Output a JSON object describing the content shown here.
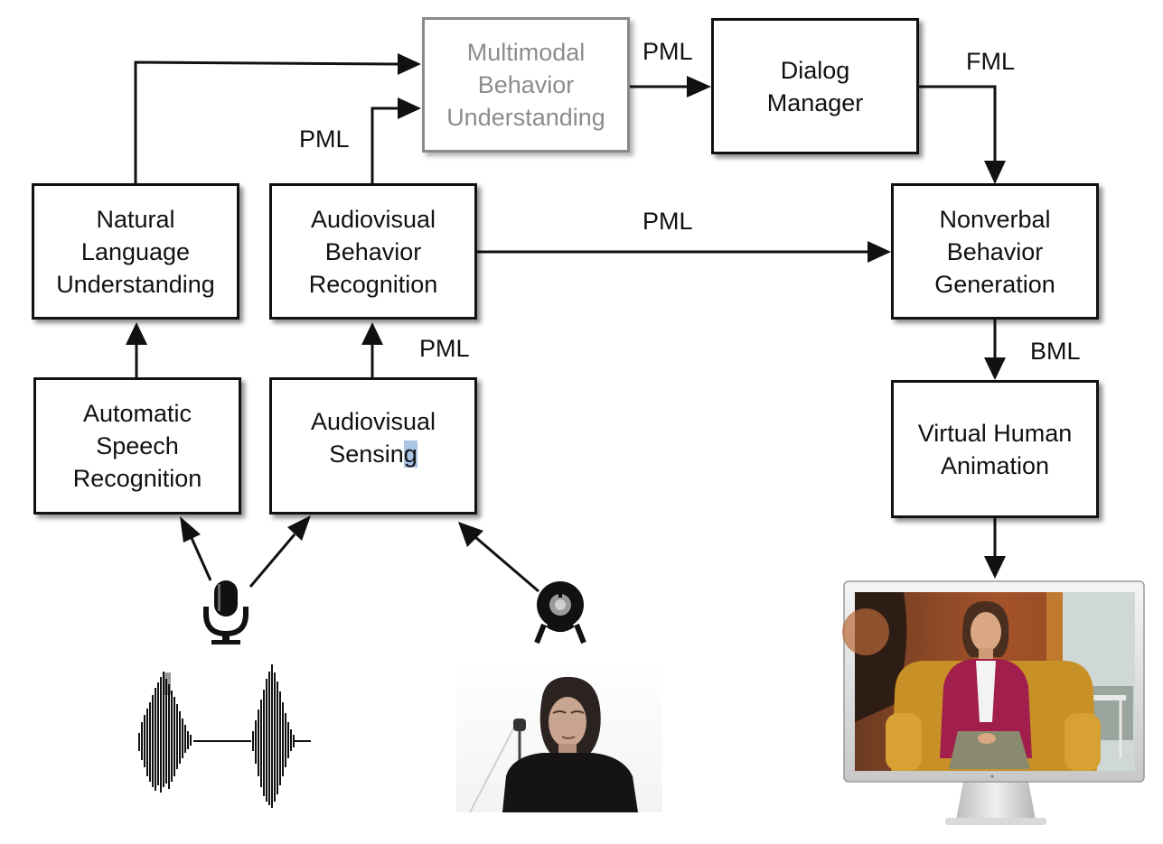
{
  "nodes": {
    "mbu": {
      "label": "Multimodal\nBehavior\nUnderstanding"
    },
    "dm": {
      "label": "Dialog\nManager"
    },
    "nlu": {
      "label": "Natural\nLanguage\nUnderstanding"
    },
    "avbr": {
      "label": "Audiovisual\nBehavior\nRecognition"
    },
    "nbg": {
      "label": "Nonverbal\nBehavior\nGeneration"
    },
    "asr": {
      "label": "Automatic\nSpeech\nRecognition"
    },
    "avs": {
      "label_main": "Audiovisual\nSensin",
      "label_highlight": "g"
    },
    "vha": {
      "label": "Virtual Human\nAnimation"
    }
  },
  "edge_labels": {
    "mbu_to_dm": "PML",
    "dm_to_nbg": "FML",
    "avbr_to_mbu": "PML",
    "avbr_to_nbg": "PML",
    "avs_to_avbr": "PML",
    "nbg_to_vha": "BML"
  },
  "icons": [
    "microphone-icon",
    "webcam-icon",
    "audio-waveform",
    "person-webcam-photo",
    "monitor-virtual-human"
  ]
}
